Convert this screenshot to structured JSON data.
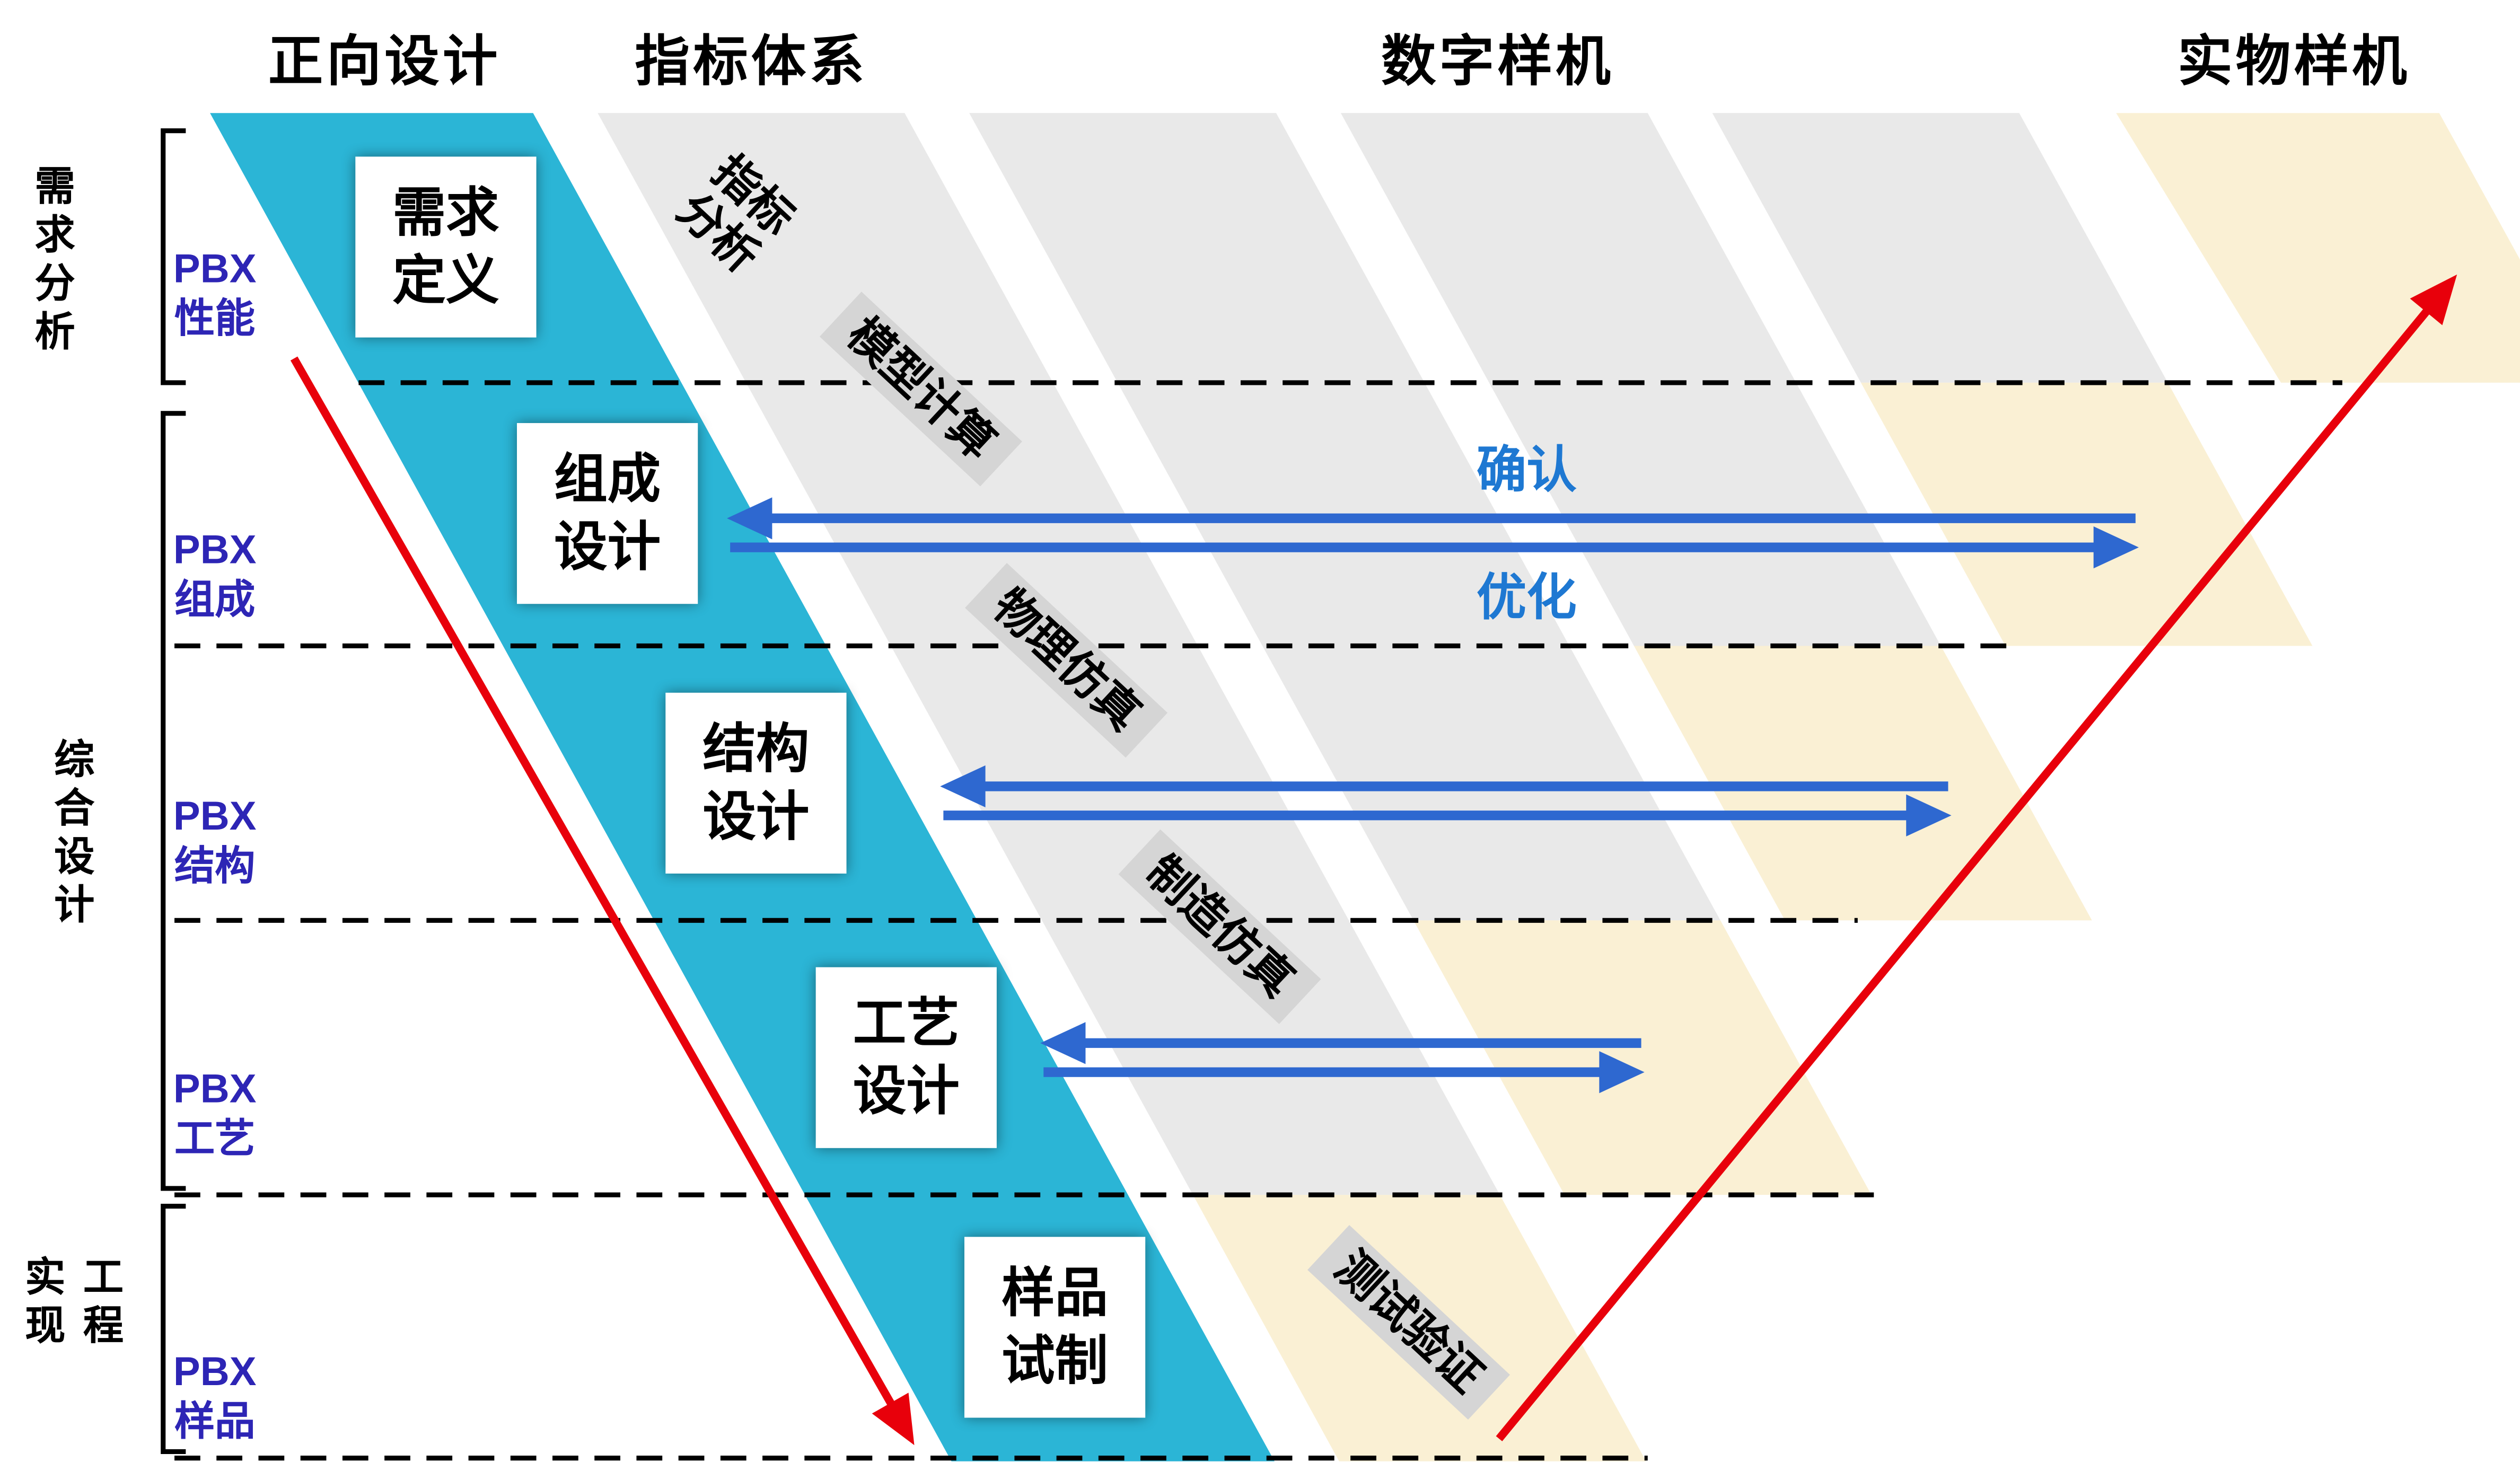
{
  "column_headers": {
    "forward_design": "正向设计",
    "indicator_system": "指标体系",
    "digital_prototype": "数字样机",
    "physical_prototype": "实物样机"
  },
  "phase_groups": {
    "requirements_analysis": "需求分析",
    "comprehensive_design": "综合设计",
    "engineering_implementation": "工程实现"
  },
  "pbx_labels": [
    {
      "line1": "PBX",
      "line2": "性能"
    },
    {
      "line1": "PBX",
      "line2": "组成"
    },
    {
      "line1": "PBX",
      "line2": "结构"
    },
    {
      "line1": "PBX",
      "line2": "工艺"
    },
    {
      "line1": "PBX",
      "line2": "样品"
    }
  ],
  "design_steps": [
    {
      "line1": "需求",
      "line2": "定义"
    },
    {
      "line1": "组成",
      "line2": "设计"
    },
    {
      "line1": "结构",
      "line2": "设计"
    },
    {
      "line1": "工艺",
      "line2": "设计"
    },
    {
      "line1": "样品",
      "line2": "试制"
    }
  ],
  "process_labels": {
    "indicator_analysis_line1": "指标",
    "indicator_analysis_line2": "分析",
    "model_computation": "模型计算",
    "physical_simulation": "物理仿真",
    "manufacturing_simulation": "制造仿真",
    "test_verification": "测试验证"
  },
  "feedback_labels": {
    "confirm": "确认",
    "optimize": "优化"
  },
  "colors": {
    "forward_design_band": "#2bb5d6",
    "simulation_band": "#e9e9e9",
    "label_highlight": "#d5d5d5",
    "physical_band": "#faf0d4",
    "blue_arrow": "#2e68d0",
    "feedback_text": "#1e78d2",
    "red_arrow": "#e8000b",
    "pbx_text": "#2d25b5"
  }
}
